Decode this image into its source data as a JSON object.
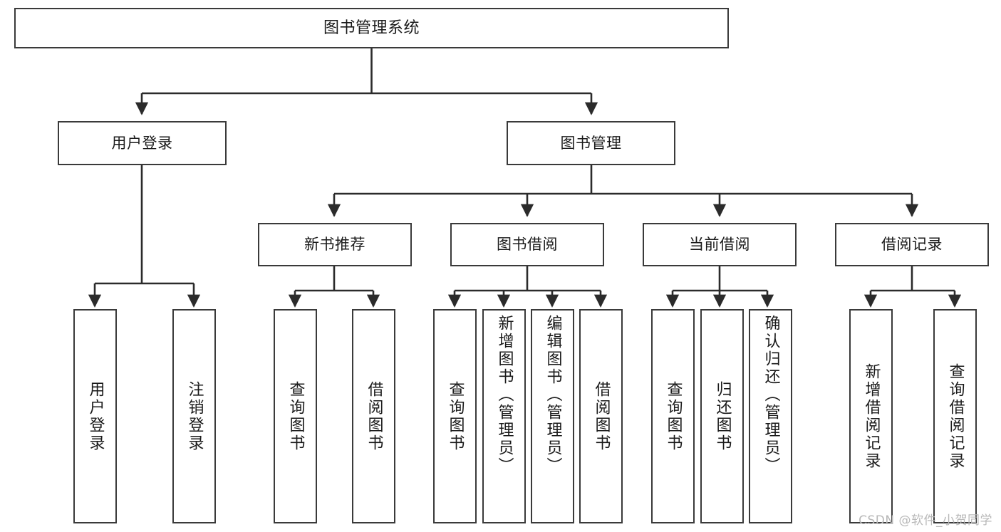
{
  "diagram": {
    "title": "图书管理系统",
    "type": "功能结构图",
    "style": {
      "box_border_color": "#3a3a3a",
      "box_fill_color": "#ffffff",
      "edge_color": "#2b2b2b",
      "text_color": "#1a1a1a",
      "background": "#ffffff"
    },
    "levels": {
      "root": {
        "label": "图书管理系统"
      },
      "level2": [
        {
          "label": "用户登录"
        },
        {
          "label": "图书管理"
        }
      ],
      "level3": [
        {
          "label": "新书推荐"
        },
        {
          "label": "图书借阅"
        },
        {
          "label": "当前借阅"
        },
        {
          "label": "借阅记录"
        }
      ],
      "leaves": {
        "user_login": [
          {
            "label": "用户登录"
          },
          {
            "label": "注销登录"
          }
        ],
        "new_book_recommend": [
          {
            "label": "查询图书"
          },
          {
            "label": "借阅图书"
          }
        ],
        "book_borrow": [
          {
            "label": "查询图书"
          },
          {
            "label": "新增图书（管理员）"
          },
          {
            "label": "编辑图书（管理员）"
          },
          {
            "label": "借阅图书"
          }
        ],
        "current_borrow": [
          {
            "label": "查询图书"
          },
          {
            "label": "归还图书"
          },
          {
            "label": "确认归还（管理员）"
          }
        ],
        "borrow_record": [
          {
            "label": "新增借阅记录"
          },
          {
            "label": "查询借阅记录"
          }
        ]
      }
    }
  },
  "watermark": {
    "text": "CSDN @软件_小贺同学"
  }
}
